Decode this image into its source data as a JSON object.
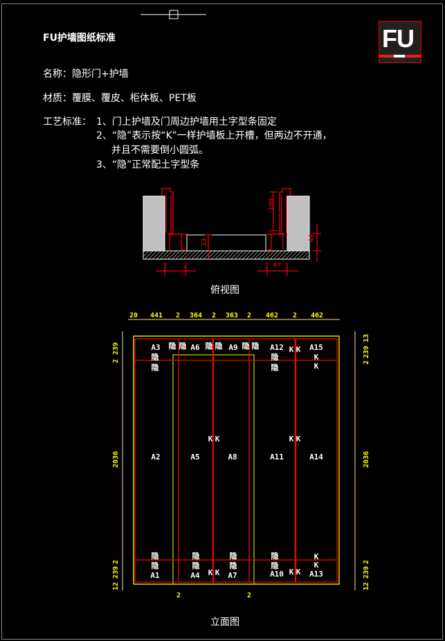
{
  "title": "FU护墙图纸标准",
  "logo_text": "FU",
  "spec": {
    "name": "名称：隐形门+护墙",
    "material": "材质：覆膜、覆皮、柜体板、PET板",
    "process_label": "工艺标准：",
    "steps": [
      "1、门上护墙及门周边护墙用土字型条固定",
      "2、“隐”表示按“K”一样护墙板上开槽，但两边不开通，",
      "并且不需要倒小圆弧。",
      "3、“隐”正常配土字型条"
    ]
  },
  "plan_view": {
    "caption": "俯视图",
    "dims": {
      "height": "100",
      "depth": "33",
      "side": "44",
      "b1": "3",
      "b2": "2",
      "b3": "2",
      "b4": "47",
      "b5": "3"
    }
  },
  "elevation": {
    "caption": "立面图",
    "top_dims": [
      "20",
      "441",
      "2",
      "364",
      "2",
      "363",
      "2",
      "462",
      "2",
      "462"
    ],
    "left_dims": [
      "239",
      "2",
      "2036",
      "2",
      "239",
      "12"
    ],
    "right_dims": [
      "13",
      "239",
      "2",
      "2036",
      "2",
      "239",
      "12"
    ],
    "bottom_dims": [
      "2",
      "2"
    ],
    "panels": [
      "A1",
      "A2",
      "A3",
      "A4",
      "A5",
      "A6",
      "A7",
      "A8",
      "A9",
      "A10",
      "A11",
      "A12",
      "A13",
      "A14",
      "A15"
    ],
    "hidden_mark": "隐",
    "groove_mark": "K"
  },
  "colors": {
    "red": "#ff0000",
    "yellow": "#ffff00",
    "tan": "#c8b07a",
    "gray": "#c0c0c0"
  }
}
